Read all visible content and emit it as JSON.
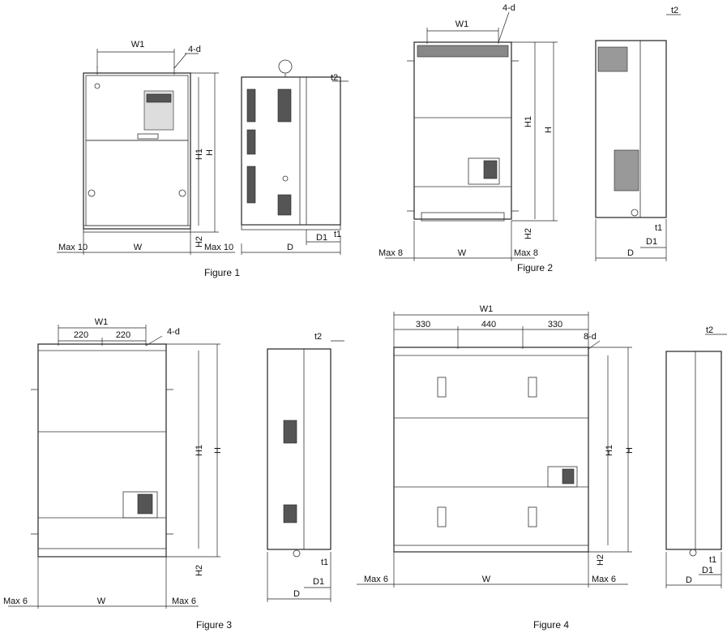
{
  "figures": [
    {
      "caption": "Figure 1",
      "w1": "W1",
      "holes": "4-d",
      "h1": "H1",
      "h": "H",
      "h2": "H2",
      "w": "W",
      "max_left": "Max 10",
      "max_right": "Max 10",
      "d": "D",
      "d1": "D1",
      "t1": "t1",
      "t2": "t2"
    },
    {
      "caption": "Figure 2",
      "w1": "W1",
      "holes": "4-d",
      "h1": "H1",
      "h": "H",
      "h2": "H2",
      "w": "W",
      "max_left": "Max 8",
      "max_right": "Max 8",
      "d": "D",
      "d1": "D1",
      "t1": "t1",
      "t2": "t2"
    },
    {
      "caption": "Figure 3",
      "w1": "W1",
      "pitch": [
        "220",
        "220"
      ],
      "holes": "4-d",
      "h1": "H1",
      "h": "H",
      "h2": "H2",
      "w": "W",
      "max_left": "Max 6",
      "max_right": "Max 6",
      "d": "D",
      "d1": "D1",
      "t1": "t1",
      "t2": "t2"
    },
    {
      "caption": "Figure 4",
      "w1": "W1",
      "pitch": [
        "330",
        "440",
        "330"
      ],
      "holes": "8-d",
      "h1": "H1",
      "h": "H",
      "h2": "H2",
      "w": "W",
      "max_left": "Max 6",
      "max_right": "Max 6",
      "d": "D",
      "d1": "D1",
      "t1": "t1",
      "t2": "t2"
    }
  ]
}
